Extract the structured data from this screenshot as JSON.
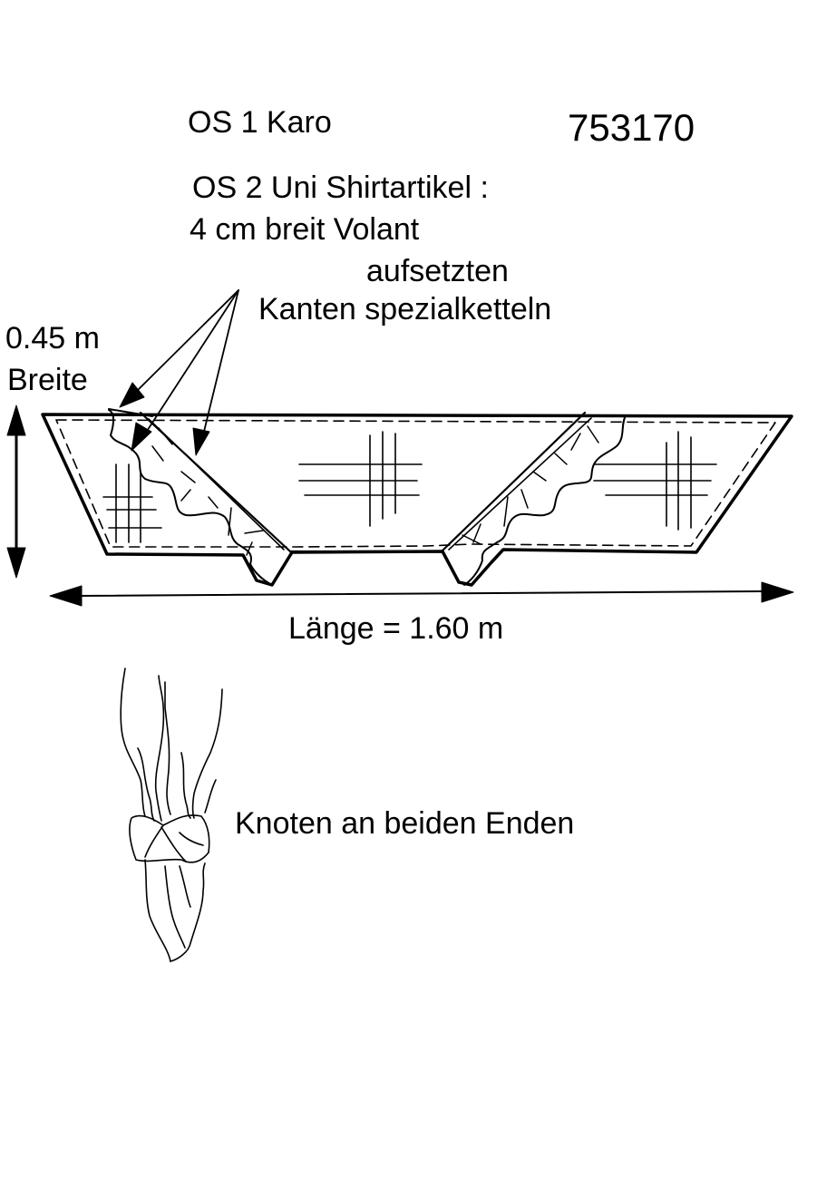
{
  "labels": {
    "material_1": "OS 1 Karo",
    "article_number": "753170",
    "material_2": "OS 2 Uni Shirtartikel :",
    "volant_line1": "4 cm breit Volant",
    "volant_line2": "aufsetzten",
    "edges": "Kanten spezialketteln",
    "width_value": "0.45 m",
    "width_label": "Breite",
    "length": "Länge = 1.60 m",
    "knot": "Knoten an beiden Enden"
  },
  "colors": {
    "ink": "#000000",
    "paper": "#ffffff"
  }
}
